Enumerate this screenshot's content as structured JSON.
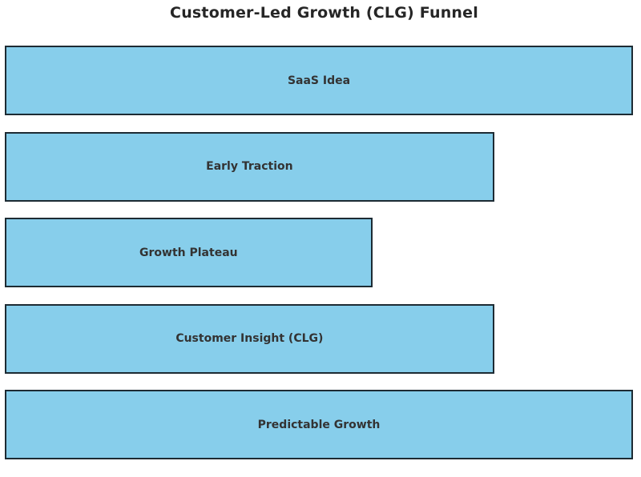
{
  "title": "Customer-Led Growth (CLG) Funnel",
  "colors": {
    "background": "#ffffff",
    "bar_fill": "#87CEEB",
    "bar_border": "#1d2b33",
    "title_text": "#262626",
    "label_text": "#333333"
  },
  "chart_data": {
    "type": "bar",
    "variant": "funnel",
    "orientation": "horizontal-left-aligned",
    "title": "Customer-Led Growth (CLG) Funnel",
    "stages": [
      "SaaS Idea",
      "Early Traction",
      "Growth Plateau",
      "Customer Insight (CLG)",
      "Predictable Growth"
    ],
    "relative_widths_pct": [
      100,
      77.9,
      58.5,
      77.9,
      100
    ],
    "axes": "hidden",
    "grid": "off",
    "legend": "none",
    "labels_position": "centered-inside-bars"
  }
}
